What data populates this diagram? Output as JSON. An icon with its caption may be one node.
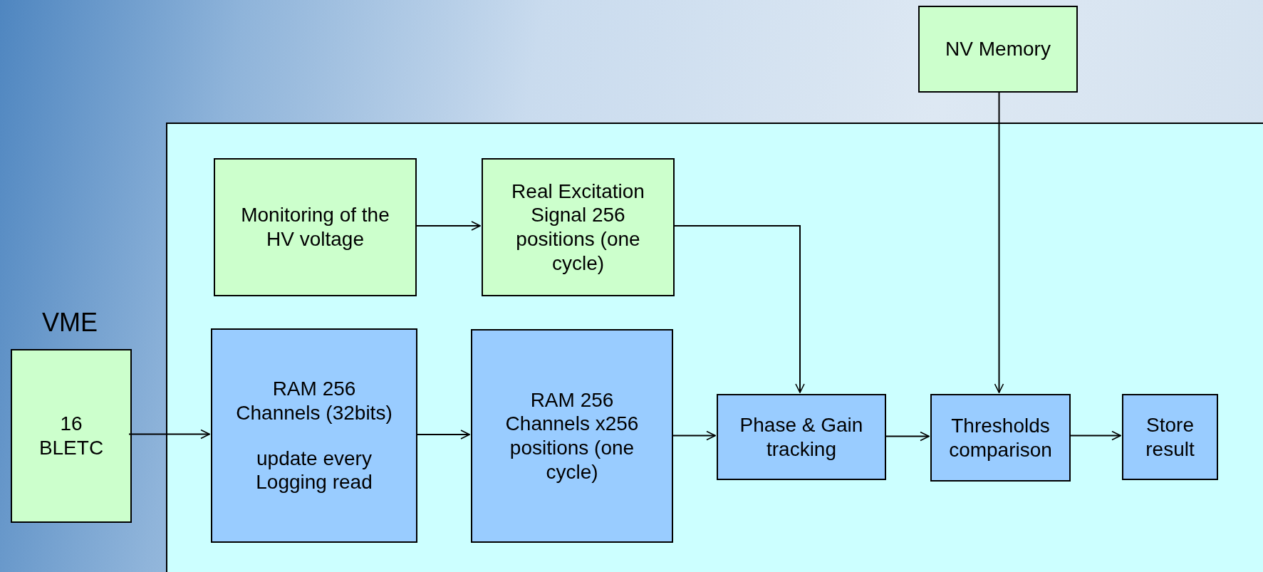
{
  "diagram": {
    "nodes": [
      {
        "text": [
          "NV Memory"
        ]
      },
      {
        "text": [],
        "shape": "box"
      },
      {
        "text": [
          "Monitoring of the HV voltage"
        ],
        "in": 1
      },
      {
        "text": [
          "Real Excitation Signal 256 positions (one cycle)"
        ],
        "in": 1
      },
      {
        "text": [
          "VME",
          "16 BLETC"
        ]
      },
      {
        "text": [
          "RAM 256 Channels (32bits)",
          "update every Logging read"
        ],
        "in": 1
      },
      {
        "text": [
          "RAM 256 Channels x256 positions (one cycle)"
        ],
        "in": 1
      },
      {
        "text": [
          "Phase & Gain tracking"
        ],
        "in": 1
      },
      {
        "text": [
          "Thresholds comparison"
        ],
        "in": 1
      },
      {
        "text": [
          "Store result"
        ],
        "in": 1
      }
    ],
    "edges": [
      {
        "from": 2,
        "to": 3,
        "arrow": "to"
      },
      {
        "from": 3,
        "to": 7,
        "arrow": "to"
      },
      {
        "from": 0,
        "to": 8,
        "arrow": "to"
      },
      {
        "from": 4,
        "to": 5,
        "arrow": "to"
      },
      {
        "from": 5,
        "to": 6,
        "arrow": "to"
      },
      {
        "from": 6,
        "to": 7,
        "arrow": "to"
      },
      {
        "from": 7,
        "to": 8,
        "arrow": "to"
      },
      {
        "from": 8,
        "to": 9,
        "arrow": "to"
      }
    ]
  }
}
